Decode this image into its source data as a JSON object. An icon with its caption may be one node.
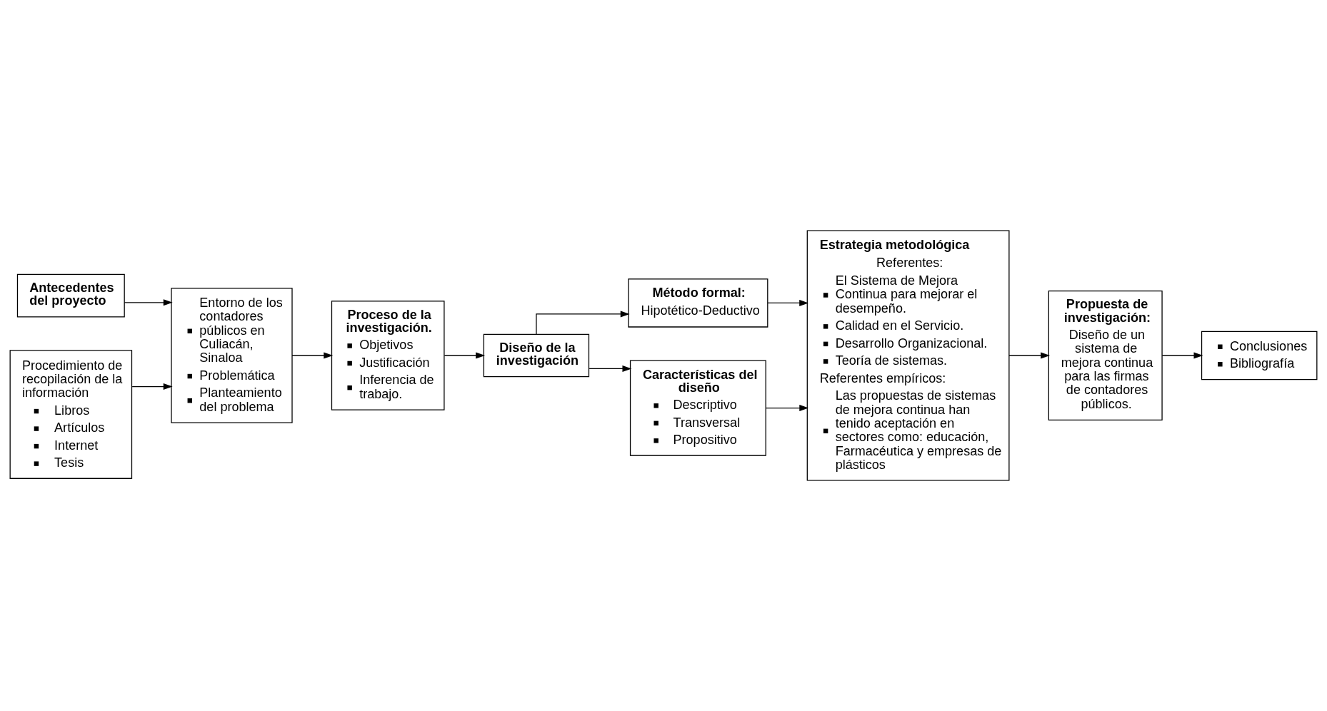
{
  "diagram": {
    "nodes": [
      {
        "text": [
          "Antecedentes del proyecto"
        ]
      },
      {
        "text": [
          "Entorno de los contadores públicos en Culiacán, Sinaloa",
          "Problemática",
          "Planteamiento del problema"
        ]
      },
      {
        "text": [
          "Procedimiento de recopilación de la información",
          "Libros",
          "Artículos",
          "Internet",
          "Tesis"
        ]
      },
      {
        "text": [
          "Proceso de la investigación.",
          "Objetivos",
          "Justificación",
          "Inferencia de trabajo."
        ]
      },
      {
        "text": [
          "Diseño de la investigación"
        ]
      },
      {
        "text": [
          "Método formal:",
          "Hipotético-Deductivo"
        ]
      },
      {
        "text": [
          "Características del diseño",
          "Descriptivo",
          "Transversal",
          "Propositivo"
        ]
      },
      {
        "text": [
          "Estrategia metodológica",
          "Referentes:",
          "El Sistema de Mejora Continua para mejorar el desempeño.",
          "Calidad en el Servicio.",
          "Desarrollo Organizacional.",
          "Teoría de sistemas.",
          "Referentes empíricos:",
          "Las propuestas de sistemas de mejora continua han tenido aceptación en sectores como: educación, Farmacéutica y empresas de plásticos"
        ]
      },
      {
        "text": [
          "Propuesta de investigación:",
          "Diseño de un sistema de mejora continua para las firmas de contadores públicos."
        ]
      },
      {
        "text": [
          "Conclusiones",
          "Bibliografía"
        ]
      }
    ],
    "edges": [
      {
        "from": 0,
        "to": 1,
        "arrow": "to"
      },
      {
        "from": 2,
        "to": 1,
        "arrow": "to"
      },
      {
        "from": 1,
        "to": 3,
        "arrow": "to"
      },
      {
        "from": 3,
        "to": 4,
        "arrow": "to"
      },
      {
        "from": 4,
        "to": 5,
        "arrow": "to"
      },
      {
        "from": 4,
        "to": 6,
        "arrow": "to"
      },
      {
        "from": 5,
        "to": 7,
        "arrow": "to"
      },
      {
        "from": 6,
        "to": 7,
        "arrow": "to"
      },
      {
        "from": 7,
        "to": 8,
        "arrow": "to"
      },
      {
        "from": 8,
        "to": 9,
        "arrow": "to"
      }
    ]
  }
}
